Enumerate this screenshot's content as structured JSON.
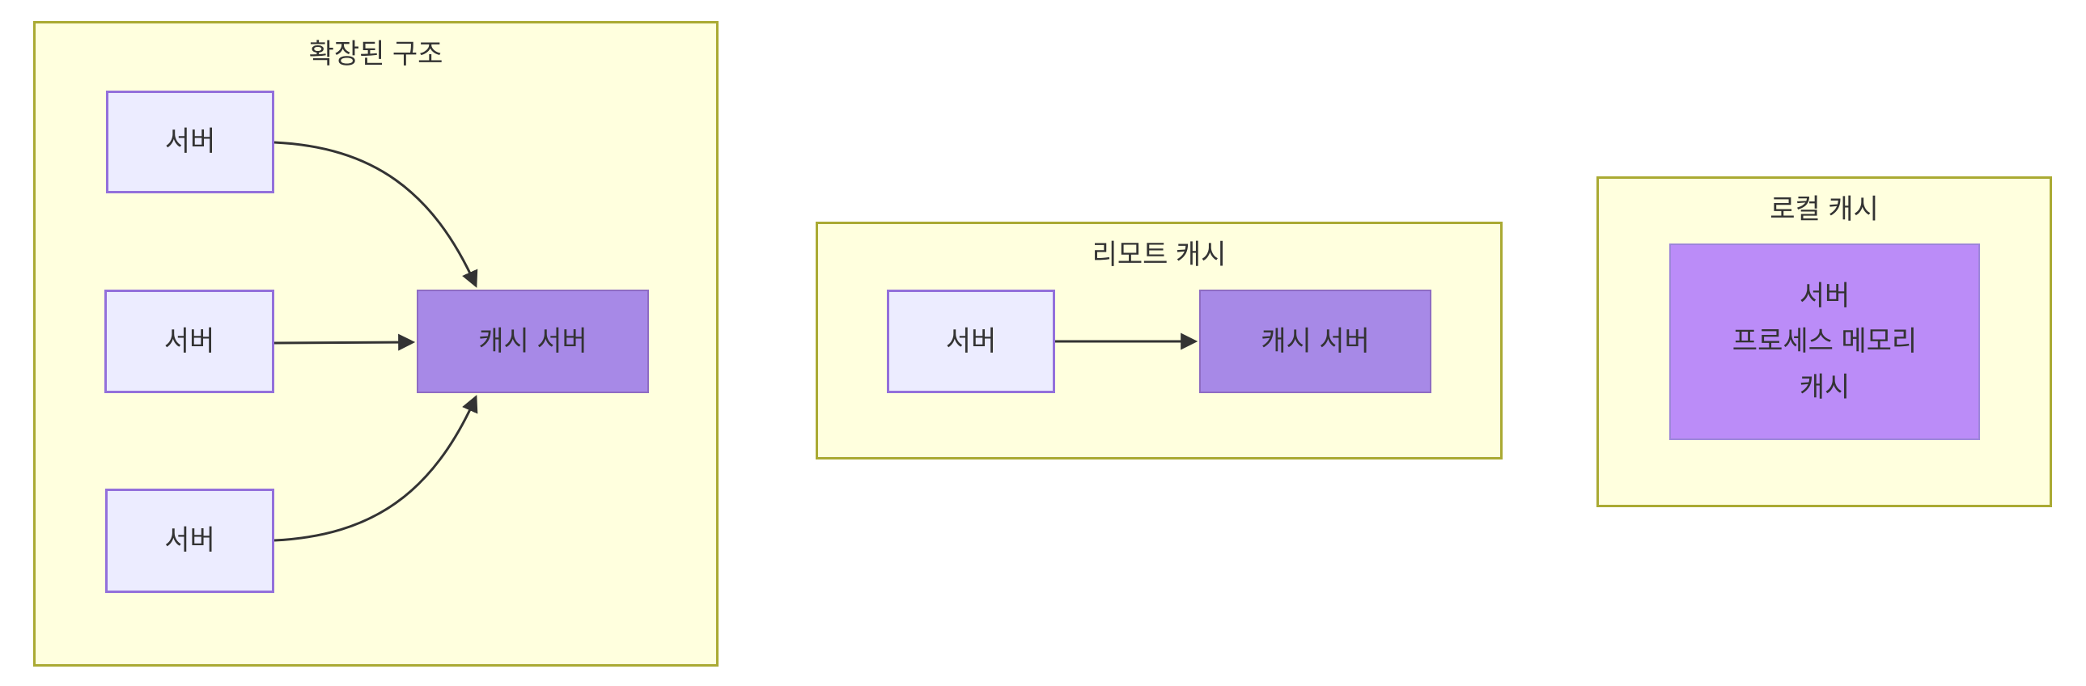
{
  "colors": {
    "group_fill": "#ffffde",
    "group_border": "#aaaa33",
    "server_fill": "#ececff",
    "server_border": "#9370db",
    "cache_fill": "#a789e7",
    "cache_border": "#8e6cc3",
    "local_cache_fill": "#bb8cf8",
    "local_cache_border": "#9d86d9",
    "edge_color": "#333333",
    "text_color": "#333333"
  },
  "groups": {
    "expanded": {
      "title": "확장된 구조",
      "servers": [
        "서버",
        "서버",
        "서버"
      ],
      "cache": "캐시 서버"
    },
    "remote": {
      "title": "리모트 캐시",
      "server": "서버",
      "cache": "캐시 서버"
    },
    "local": {
      "title": "로컬 캐시",
      "box_lines": [
        "서버",
        "프로세스 메모리",
        "캐시"
      ]
    }
  },
  "edges": [
    {
      "from": "expanded-server-1",
      "to": "expanded-cache-server",
      "style": "curved-down"
    },
    {
      "from": "expanded-server-2",
      "to": "expanded-cache-server",
      "style": "straight"
    },
    {
      "from": "expanded-server-3",
      "to": "expanded-cache-server",
      "style": "curved-up"
    },
    {
      "from": "remote-server",
      "to": "remote-cache-server",
      "style": "straight"
    }
  ]
}
